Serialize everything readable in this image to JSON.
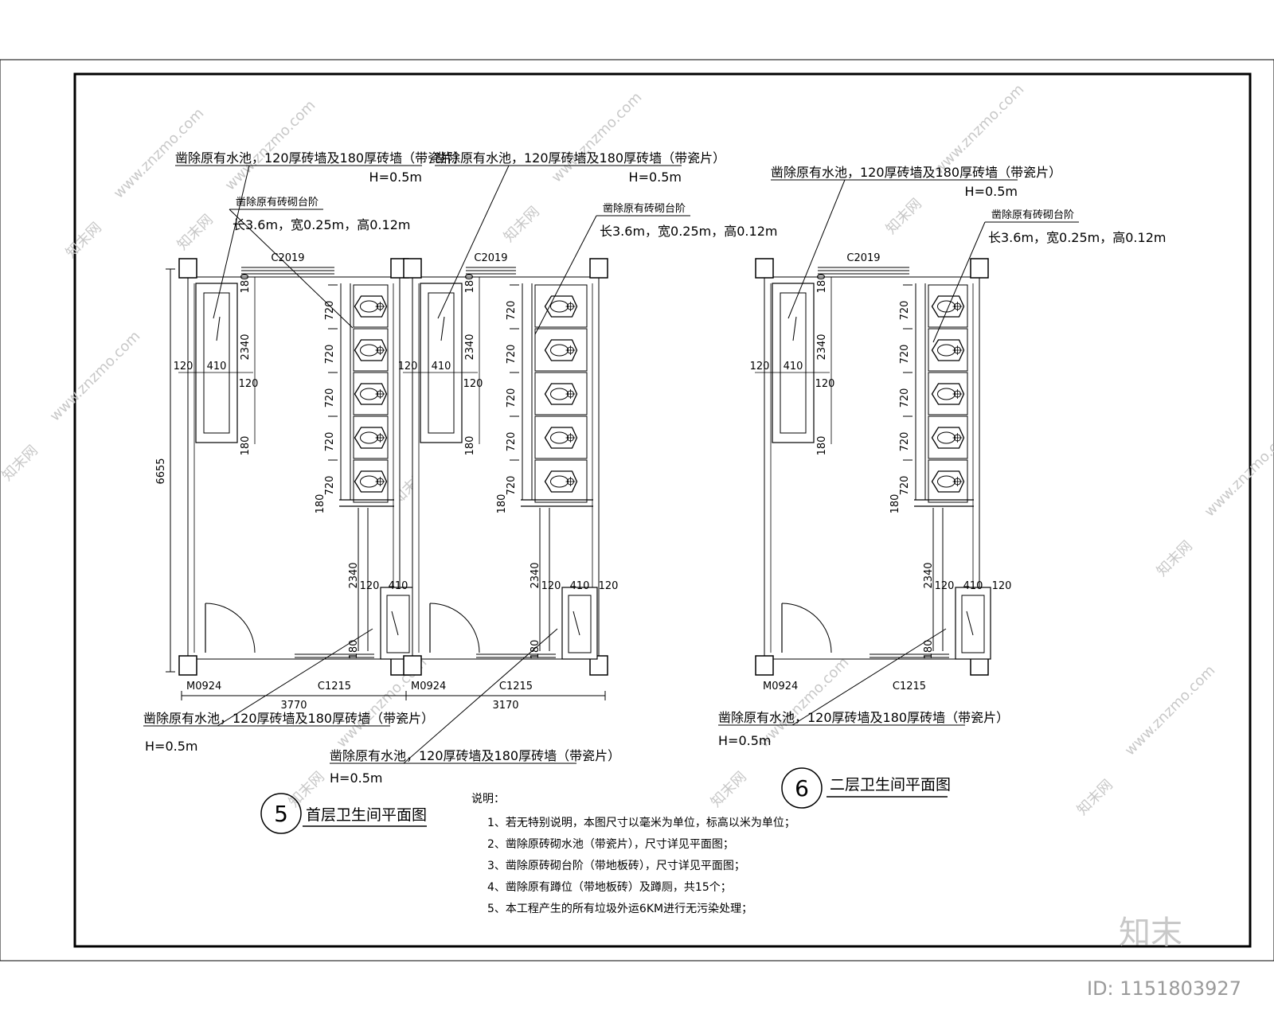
{
  "plans": [
    {
      "num": "5",
      "title": "首层卫生间平面图"
    },
    {
      "num": "6",
      "title": "二层卫生间平面图"
    }
  ],
  "labels": {
    "basin_line1": "凿除原有水池，120厚砖墙及180厚砖墙（带瓷片）",
    "basin_h": "H=0.5m",
    "step_line1": "凿除原有砖砌台阶",
    "step_line2": "长3.6m，宽0.25m，高0.12m"
  },
  "dims": {
    "d180": "180",
    "d720": "720",
    "d120": "120",
    "d410": "410",
    "d2340": "2340",
    "d6655": "6655",
    "d3770": "3770",
    "d3170": "3170"
  },
  "tags": {
    "window_top": "C2019",
    "window_bottom": "C1215",
    "door": "M0924"
  },
  "notes": {
    "heading": "说明：",
    "items": [
      "1、若无特别说明，本图尺寸以毫米为单位，标高以米为单位；",
      "2、凿除原砖砌水池（带瓷片），尺寸详见平面图；",
      "3、凿除原砖砌台阶（带地板砖），尺寸详见平面图；",
      "4、凿除原有蹲位（带地板砖）及蹲厕，共15个；",
      "5、本工程产生的所有垃圾外运6KM进行无污染处理；"
    ]
  },
  "watermark": {
    "site": "www.znzmo.com",
    "name": "知末网",
    "brand": "知末",
    "id": "ID: 1151803927"
  }
}
